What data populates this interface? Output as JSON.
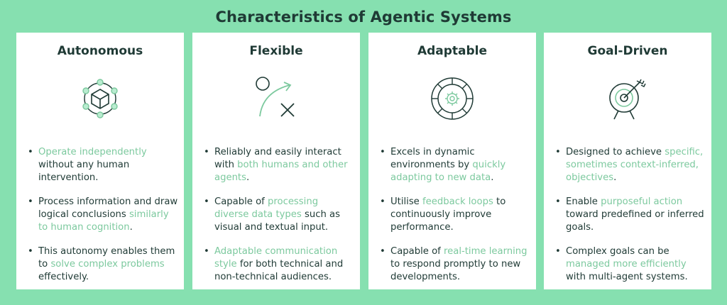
{
  "title": "Characteristics of Agentic Systems",
  "colors": {
    "background": "#86e0b0",
    "card": "#ffffff",
    "text": "#1f3a35",
    "highlight": "#7cc99e"
  },
  "cards": [
    {
      "title": "Autonomous",
      "icon": "cube-network-icon",
      "points": [
        {
          "parts": [
            {
              "text": "Operate independently",
              "hl": true
            },
            {
              "text": " without any human intervention.",
              "hl": false
            }
          ]
        },
        {
          "parts": [
            {
              "text": "Process information and draw logical conclusions ",
              "hl": false
            },
            {
              "text": "similarly to human cognition",
              "hl": true
            },
            {
              "text": ".",
              "hl": false
            }
          ]
        },
        {
          "parts": [
            {
              "text": "This autonomy enables them to ",
              "hl": false
            },
            {
              "text": "solve complex problems",
              "hl": true
            },
            {
              "text": " effectively.",
              "hl": false
            }
          ]
        }
      ]
    },
    {
      "title": "Flexible",
      "icon": "circle-arrow-cross-icon",
      "points": [
        {
          "parts": [
            {
              "text": "Reliably and easily interact with ",
              "hl": false
            },
            {
              "text": "both humans and other agents",
              "hl": true
            },
            {
              "text": ".",
              "hl": false
            }
          ]
        },
        {
          "parts": [
            {
              "text": "Capable of ",
              "hl": false
            },
            {
              "text": "processing diverse data types",
              "hl": true
            },
            {
              "text": " such as visual and textual input.",
              "hl": false
            }
          ]
        },
        {
          "parts": [
            {
              "text": "Adaptable communication style",
              "hl": true
            },
            {
              "text": " for both technical and non-technical audiences.",
              "hl": false
            }
          ]
        }
      ]
    },
    {
      "title": "Adaptable",
      "icon": "gear-wheel-icon",
      "points": [
        {
          "parts": [
            {
              "text": "Excels in dynamic environments by ",
              "hl": false
            },
            {
              "text": "quickly adapting to new data",
              "hl": true
            },
            {
              "text": ".",
              "hl": false
            }
          ]
        },
        {
          "parts": [
            {
              "text": "Utilise ",
              "hl": false
            },
            {
              "text": "feedback loops",
              "hl": true
            },
            {
              "text": " to continuously improve performance.",
              "hl": false
            }
          ]
        },
        {
          "parts": [
            {
              "text": "Capable of ",
              "hl": false
            },
            {
              "text": "real-time learning",
              "hl": true
            },
            {
              "text": " to respond promptly to new developments.",
              "hl": false
            }
          ]
        }
      ]
    },
    {
      "title": "Goal-Driven",
      "icon": "target-arrow-icon",
      "points": [
        {
          "parts": [
            {
              "text": "Designed to achieve ",
              "hl": false
            },
            {
              "text": "specific, sometimes context-inferred, objectives",
              "hl": true
            },
            {
              "text": ".",
              "hl": false
            }
          ]
        },
        {
          "parts": [
            {
              "text": "Enable ",
              "hl": false
            },
            {
              "text": "purposeful action",
              "hl": true
            },
            {
              "text": " toward predefined or inferred goals.",
              "hl": false
            }
          ]
        },
        {
          "parts": [
            {
              "text": "Complex goals can be ",
              "hl": false
            },
            {
              "text": "managed more efficiently",
              "hl": true
            },
            {
              "text": " with multi-agent systems.",
              "hl": false
            }
          ]
        }
      ]
    }
  ]
}
